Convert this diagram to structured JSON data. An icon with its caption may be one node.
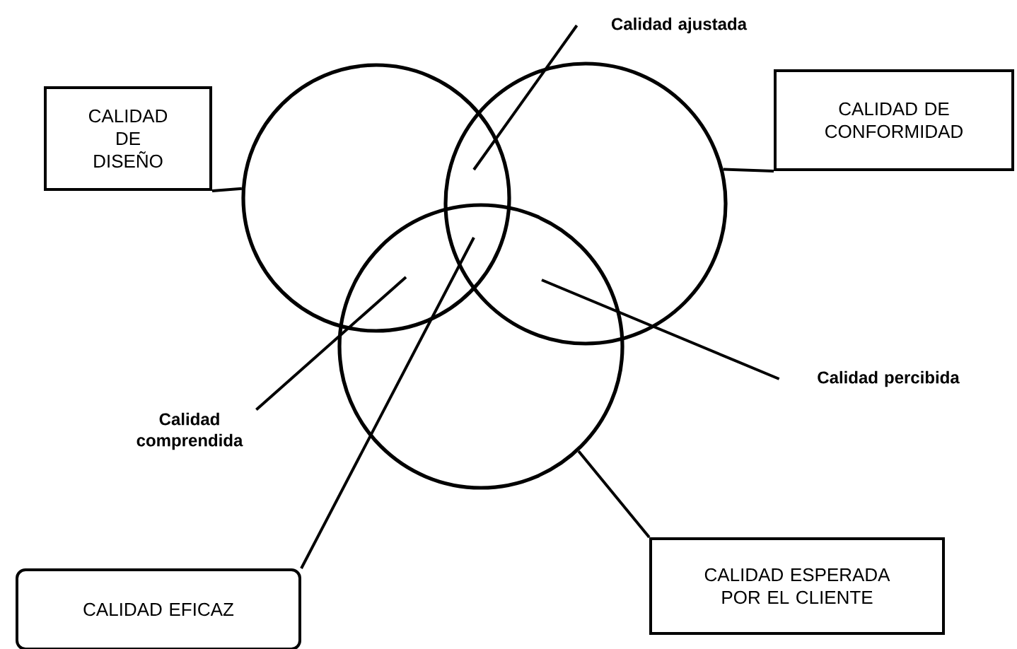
{
  "diagram": {
    "nodes": [
      {
        "text": [
          "CALIDAD DE DISEÑO"
        ]
      },
      {
        "text": [],
        "shape": "circle"
      },
      {
        "text": [
          "Calidad ajustada"
        ]
      },
      {
        "text": [],
        "shape": "circle"
      },
      {
        "text": [
          "CALIDAD DE CONFORMIDAD"
        ]
      },
      {
        "text": [],
        "shape": "circle"
      },
      {
        "text": [
          "Calidad percibida"
        ]
      },
      {
        "text": [
          "Calidad comprendida"
        ]
      },
      {
        "text": [
          "CALIDAD EFICAZ"
        ]
      },
      {
        "text": [
          "CALIDAD ESPERADA POR EL CLIENTE"
        ]
      }
    ],
    "edges": [
      {
        "from": 0,
        "to": 1,
        "arrow": "none"
      },
      {
        "from": 4,
        "to": 3,
        "arrow": "none"
      },
      {
        "from": 9,
        "to": 5,
        "arrow": "none"
      },
      {
        "from": 2,
        "to": 1,
        "arrow": "none"
      },
      {
        "from": 6,
        "to": 3,
        "arrow": "none"
      },
      {
        "from": 7,
        "to": 1,
        "arrow": "none"
      },
      {
        "from": 8,
        "to": 1,
        "arrow": "none"
      }
    ]
  }
}
